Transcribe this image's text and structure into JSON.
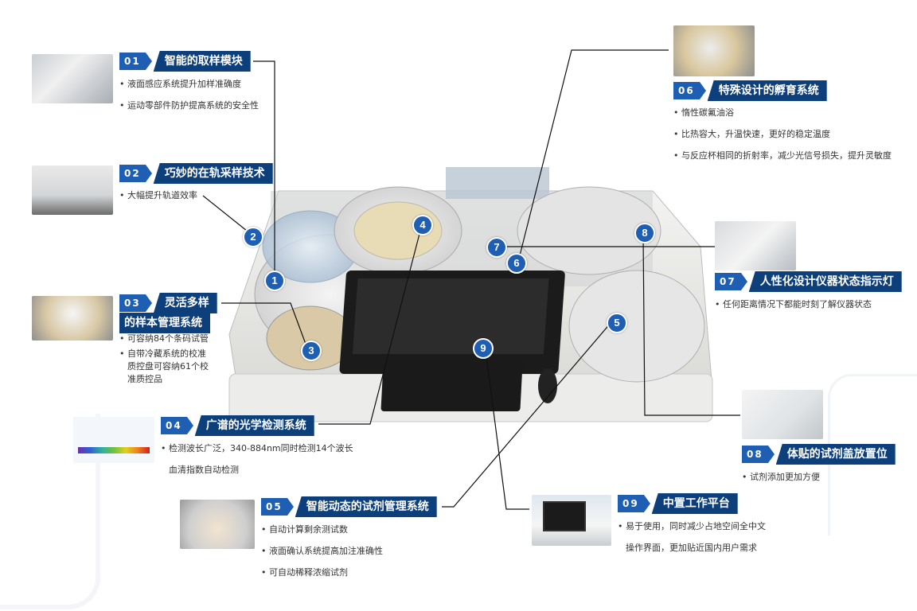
{
  "colors": {
    "badge": "#1f5fb3",
    "title_bg": "#0d3f7a",
    "marker": "#1f5fb3"
  },
  "callouts": [
    {
      "id": "01",
      "title": "智能的取样模块",
      "bullets": [
        "液面感应系统提升加样准确度",
        "运动零部件防护提高系统的安全性"
      ]
    },
    {
      "id": "02",
      "title": "巧妙的在轨采样技术",
      "bullets": [
        "大幅提升轨道效率"
      ]
    },
    {
      "id": "03",
      "title": "灵活多样",
      "title2": "的样本管理系统",
      "bullets": [
        "可容纳84个条码试管",
        "自带冷藏系统的校准",
        "质控盘可容纳61个校",
        "准质控品"
      ]
    },
    {
      "id": "04",
      "title": "广谱的光学检测系统",
      "bullets": [
        "检测波长广泛，340-884nm同时检测14个波长",
        "血清指数自动检测"
      ]
    },
    {
      "id": "05",
      "title": "智能动态的试剂管理系统",
      "bullets": [
        "自动计算剩余测试数",
        "液面确认系统提高加注准确性",
        "可自动稀释浓缩试剂"
      ]
    },
    {
      "id": "06",
      "title": "特殊设计的孵育系统",
      "bullets": [
        "惰性碳氟油浴",
        "比热容大，升温快速，更好的稳定温度",
        "与反应杯相同的折射率，减少光信号损失，提升灵敏度"
      ]
    },
    {
      "id": "07",
      "title": "人性化设计仪器状态指示灯",
      "bullets": [
        "任何距离情况下都能时刻了解仪器状态"
      ]
    },
    {
      "id": "08",
      "title": "体贴的试剂盖放置位",
      "bullets": [
        "试剂添加更加方便"
      ]
    },
    {
      "id": "09",
      "title": "中置工作平台",
      "bullets": [
        "易于使用，同时减少占地空间全中文",
        "操作界面，更加贴近国内用户需求"
      ]
    }
  ],
  "markers": [
    "1",
    "2",
    "3",
    "4",
    "5",
    "6",
    "7",
    "8",
    "9"
  ]
}
